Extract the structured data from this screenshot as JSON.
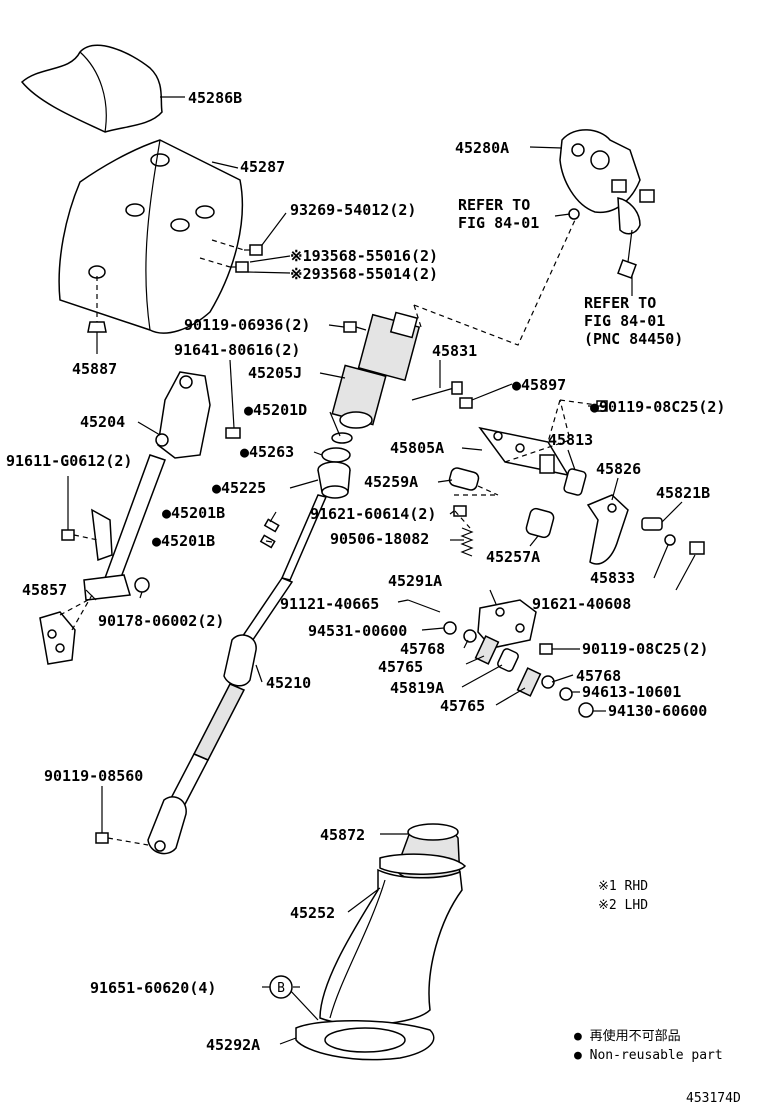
{
  "labels": {
    "p45286B": "45286B",
    "p45287": "45287",
    "p93269": "93269-54012(2)",
    "p93568a": "※193568-55016(2)",
    "p93568b": "※293568-55014(2)",
    "p45887": "45887",
    "p45280A": "45280A",
    "refer1a": "REFER TO",
    "refer1b": "FIG 84-01",
    "refer2a": "REFER TO",
    "refer2b": "FIG 84-01",
    "refer2c": "(PNC 84450)",
    "p90119a": "90119-06936(2)",
    "p91641": "91641-80616(2)",
    "p45831": "45831",
    "p45205J": "45205J",
    "p45897": "●45897",
    "p90119b": "●90119-08C25(2)",
    "p45204": "45204",
    "p45201D": "●45201D",
    "p45805A": "45805A",
    "p45813": "45813",
    "p45263": "●45263",
    "p91611": "91611-G0612(2)",
    "p45225": "●45225",
    "p45259A": "45259A",
    "p45826": "45826",
    "p45821B": "45821B",
    "p45201Ba": "●45201B",
    "p91621a": "91621-60614(2)",
    "p45201Bb": "●45201B",
    "p90506": "90506-18082",
    "p45257A": "45257A",
    "p45833": "45833",
    "p45857": "45857",
    "p45291A": "45291A",
    "p91621b": "91621-40608",
    "p90178": "90178-06002(2)",
    "p91121": "91121-40665",
    "p94531": "94531-00600",
    "p45768a": "45768",
    "p90119c": "90119-08C25(2)",
    "p45765a": "45765",
    "p45768b": "45768",
    "p45210": "45210",
    "p45819A": "45819A",
    "p94613": "94613-10601",
    "p45765b": "45765",
    "p94130": "94130-60600",
    "p90119d": "90119-08560",
    "p45872": "45872",
    "p45252": "45252",
    "p91651": "91651-60620(4)",
    "bcircle": "B",
    "p45292A": "45292A"
  },
  "notes": {
    "rhd": "※1 RHD",
    "lhd": "※2 LHD"
  },
  "legend": {
    "jp": "● 再使用不可部品",
    "en": "● Non-reusable part"
  },
  "diagram_id": "453174D"
}
